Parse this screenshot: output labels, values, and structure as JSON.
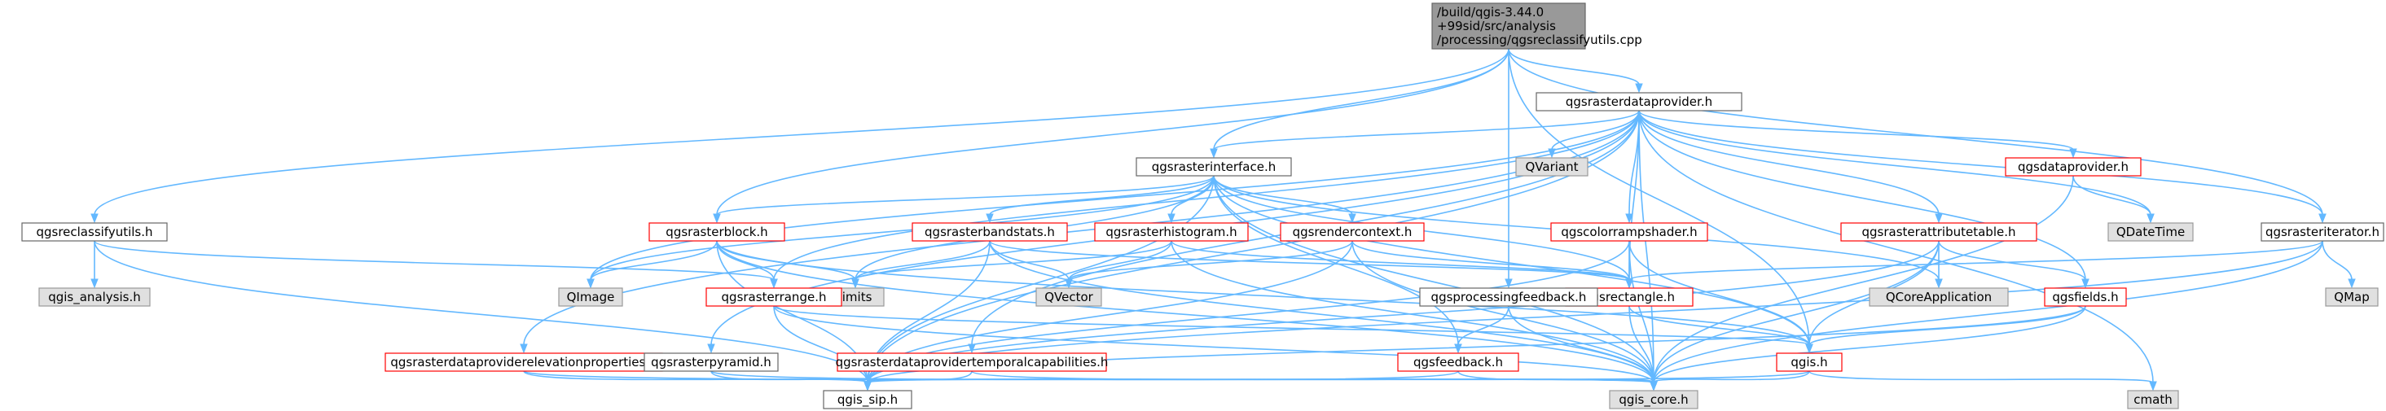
{
  "diagram": {
    "nodes": [
      {
        "id": "root",
        "label": "/build/qgis-3.44.0\n+99sid/src/analysis\n/processing/qgsreclassifyutils.cpp",
        "style": "root"
      },
      {
        "id": "rdp",
        "label": "qgsrasterdataprovider.h",
        "style": "std"
      },
      {
        "id": "reclass",
        "label": "qgsreclassifyutils.h",
        "style": "std"
      },
      {
        "id": "rinterface",
        "label": "qgsrasterinterface.h",
        "style": "std"
      },
      {
        "id": "qvariant",
        "label": "QVariant",
        "style": "ext"
      },
      {
        "id": "dataprovider",
        "label": "qgsdataprovider.h",
        "style": "red"
      },
      {
        "id": "qdatetime",
        "label": "QDateTime",
        "style": "ext"
      },
      {
        "id": "riterator",
        "label": "qgsrasteriterator.h",
        "style": "std"
      },
      {
        "id": "qmap",
        "label": "QMap",
        "style": "ext"
      },
      {
        "id": "qgis_analysis",
        "label": "qgis_analysis.h",
        "style": "ext"
      },
      {
        "id": "rblock",
        "label": "qgsrasterblock.h",
        "style": "red"
      },
      {
        "id": "bandstats",
        "label": "qgsrasterbandstats.h",
        "style": "red"
      },
      {
        "id": "histogram",
        "label": "qgsrasterhistogram.h",
        "style": "red"
      },
      {
        "id": "rendercontext",
        "label": "qgsrendercontext.h",
        "style": "red"
      },
      {
        "id": "colorramp",
        "label": "qgscolorrampshader.h",
        "style": "red"
      },
      {
        "id": "attrtable",
        "label": "qgsrasterattributetable.h",
        "style": "red"
      },
      {
        "id": "fields",
        "label": "qgsfields.h",
        "style": "red"
      },
      {
        "id": "qimage",
        "label": "QImage",
        "style": "ext"
      },
      {
        "id": "limits",
        "label": "limits",
        "style": "ext"
      },
      {
        "id": "qvector",
        "label": "QVector",
        "style": "ext"
      },
      {
        "id": "rrange",
        "label": "qgsrasterrange.h",
        "style": "red"
      },
      {
        "id": "rectangle",
        "label": "qgsrectangle.h",
        "style": "red"
      },
      {
        "id": "qcoreapp",
        "label": "QCoreApplication",
        "style": "ext"
      },
      {
        "id": "procfeedback",
        "label": "qgsprocessingfeedback.h",
        "style": "std"
      },
      {
        "id": "elevprops",
        "label": "qgsrasterdataproviderelevationproperties.h",
        "style": "red"
      },
      {
        "id": "pyramid",
        "label": "qgsrasterpyramid.h",
        "style": "std"
      },
      {
        "id": "temporal",
        "label": "qgsrasterdataprovidertemporalcapabilities.h",
        "style": "red"
      },
      {
        "id": "feedback",
        "label": "qgsfeedback.h",
        "style": "red"
      },
      {
        "id": "qgis",
        "label": "qgis.h",
        "style": "red"
      },
      {
        "id": "qgis_sip",
        "label": "qgis_sip.h",
        "style": "std"
      },
      {
        "id": "qgis_core",
        "label": "qgis_core.h",
        "style": "ext"
      },
      {
        "id": "cmath",
        "label": "cmath",
        "style": "ext"
      }
    ],
    "edges": [
      [
        "root",
        "rdp"
      ],
      [
        "root",
        "reclass"
      ],
      [
        "root",
        "rinterface"
      ],
      [
        "root",
        "rblock"
      ],
      [
        "root",
        "riterator"
      ],
      [
        "root",
        "procfeedback"
      ],
      [
        "root",
        "qgis"
      ],
      [
        "rdp",
        "rinterface"
      ],
      [
        "rdp",
        "qvariant"
      ],
      [
        "rdp",
        "dataprovider"
      ],
      [
        "rdp",
        "qdatetime"
      ],
      [
        "rdp",
        "riterator"
      ],
      [
        "rdp",
        "colorramp"
      ],
      [
        "rdp",
        "attrtable"
      ],
      [
        "rdp",
        "fields"
      ],
      [
        "rdp",
        "qimage"
      ],
      [
        "rdp",
        "rrange"
      ],
      [
        "rdp",
        "rectangle"
      ],
      [
        "rdp",
        "elevprops"
      ],
      [
        "rdp",
        "pyramid"
      ],
      [
        "rdp",
        "temporal"
      ],
      [
        "rdp",
        "qgis_sip"
      ],
      [
        "rdp",
        "qgis_core"
      ],
      [
        "rdp",
        "cmath"
      ],
      [
        "reclass",
        "qgis_analysis"
      ],
      [
        "reclass",
        "rrange"
      ],
      [
        "reclass",
        "qgis_sip"
      ],
      [
        "rinterface",
        "rblock"
      ],
      [
        "rinterface",
        "bandstats"
      ],
      [
        "rinterface",
        "histogram"
      ],
      [
        "rinterface",
        "rendercontext"
      ],
      [
        "rinterface",
        "qimage"
      ],
      [
        "rinterface",
        "limits"
      ],
      [
        "rinterface",
        "rectangle"
      ],
      [
        "rinterface",
        "qcoreapp"
      ],
      [
        "rinterface",
        "qgis"
      ],
      [
        "rinterface",
        "qgis_core"
      ],
      [
        "rinterface",
        "qgis_sip"
      ],
      [
        "rinterface",
        "feedback"
      ],
      [
        "dataprovider",
        "qdatetime"
      ],
      [
        "dataprovider",
        "qgis_core"
      ],
      [
        "riterator",
        "rectangle"
      ],
      [
        "riterator",
        "qmap"
      ],
      [
        "riterator",
        "qgis_core"
      ],
      [
        "riterator",
        "qgis_sip"
      ],
      [
        "rblock",
        "qimage"
      ],
      [
        "rblock",
        "limits"
      ],
      [
        "rblock",
        "rrange"
      ],
      [
        "rblock",
        "qgis"
      ],
      [
        "rblock",
        "qgis_sip"
      ],
      [
        "rblock",
        "qgis_core"
      ],
      [
        "bandstats",
        "limits"
      ],
      [
        "bandstats",
        "qvector"
      ],
      [
        "bandstats",
        "rectangle"
      ],
      [
        "bandstats",
        "qgis_sip"
      ],
      [
        "bandstats",
        "qgis_core"
      ],
      [
        "histogram",
        "limits"
      ],
      [
        "histogram",
        "qvector"
      ],
      [
        "histogram",
        "rectangle"
      ],
      [
        "histogram",
        "qgis_core"
      ],
      [
        "rendercontext",
        "qvector"
      ],
      [
        "rendercontext",
        "rectangle"
      ],
      [
        "rendercontext",
        "qgis_sip"
      ],
      [
        "rendercontext",
        "qgis_core"
      ],
      [
        "colorramp",
        "rectangle"
      ],
      [
        "colorramp",
        "qgis"
      ],
      [
        "colorramp",
        "qgis_sip"
      ],
      [
        "colorramp",
        "qgis_core"
      ],
      [
        "attrtable",
        "qcoreapp"
      ],
      [
        "attrtable",
        "fields"
      ],
      [
        "attrtable",
        "qgis"
      ],
      [
        "attrtable",
        "qgis_sip"
      ],
      [
        "attrtable",
        "qgis_core"
      ],
      [
        "fields",
        "qgis"
      ],
      [
        "fields",
        "qgis_sip"
      ],
      [
        "fields",
        "qgis_core"
      ],
      [
        "rrange",
        "qgis"
      ],
      [
        "rrange",
        "qgis_sip"
      ],
      [
        "rrange",
        "qgis_core"
      ],
      [
        "rectangle",
        "qgis"
      ],
      [
        "rectangle",
        "qgis_core"
      ],
      [
        "procfeedback",
        "feedback"
      ],
      [
        "procfeedback",
        "qgis_core"
      ],
      [
        "elevprops",
        "qgis_sip"
      ],
      [
        "elevprops",
        "qgis_core"
      ],
      [
        "pyramid",
        "qgis_sip"
      ],
      [
        "pyramid",
        "qgis_core"
      ],
      [
        "temporal",
        "qgis_sip"
      ],
      [
        "temporal",
        "qgis_core"
      ],
      [
        "feedback",
        "qgis_sip"
      ],
      [
        "feedback",
        "qgis_core"
      ],
      [
        "qgis",
        "qgis_sip"
      ],
      [
        "qgis",
        "qgis_core"
      ],
      [
        "qgis",
        "cmath"
      ]
    ]
  },
  "colors": {
    "edge": "#63b8ff",
    "root_fill": "#999999",
    "external_fill": "#e0e0e0",
    "red_border": "#ff0000"
  }
}
